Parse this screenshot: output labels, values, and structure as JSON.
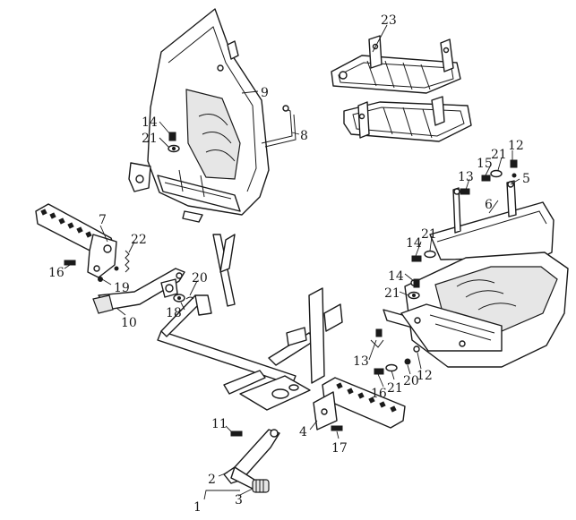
{
  "callouts": [
    {
      "id": "c1",
      "text": "1"
    },
    {
      "id": "c2",
      "text": "2"
    },
    {
      "id": "c3",
      "text": "3"
    },
    {
      "id": "c4",
      "text": "4"
    },
    {
      "id": "c5",
      "text": "5"
    },
    {
      "id": "c6",
      "text": "6"
    },
    {
      "id": "c7",
      "text": "7"
    },
    {
      "id": "c8",
      "text": "8"
    },
    {
      "id": "c9",
      "text": "9"
    },
    {
      "id": "c10",
      "text": "10"
    },
    {
      "id": "c11",
      "text": "11"
    },
    {
      "id": "c12a",
      "text": "12"
    },
    {
      "id": "c12b",
      "text": "12"
    },
    {
      "id": "c13a",
      "text": "13"
    },
    {
      "id": "c13b",
      "text": "13"
    },
    {
      "id": "c14a",
      "text": "14"
    },
    {
      "id": "c14b",
      "text": "14"
    },
    {
      "id": "c14c",
      "text": "14"
    },
    {
      "id": "c15a",
      "text": "15"
    },
    {
      "id": "c15b",
      "text": "15"
    },
    {
      "id": "c16a",
      "text": "16"
    },
    {
      "id": "c16b",
      "text": "16"
    },
    {
      "id": "c17",
      "text": "17"
    },
    {
      "id": "c18",
      "text": "18"
    },
    {
      "id": "c19",
      "text": "19"
    },
    {
      "id": "c20",
      "text": "20"
    },
    {
      "id": "c21a",
      "text": "21"
    },
    {
      "id": "c21b",
      "text": "21"
    },
    {
      "id": "c21c",
      "text": "21"
    },
    {
      "id": "c21d",
      "text": "21"
    },
    {
      "id": "c21e",
      "text": "21"
    },
    {
      "id": "c22",
      "text": "22"
    },
    {
      "id": "c23",
      "text": "23"
    }
  ]
}
